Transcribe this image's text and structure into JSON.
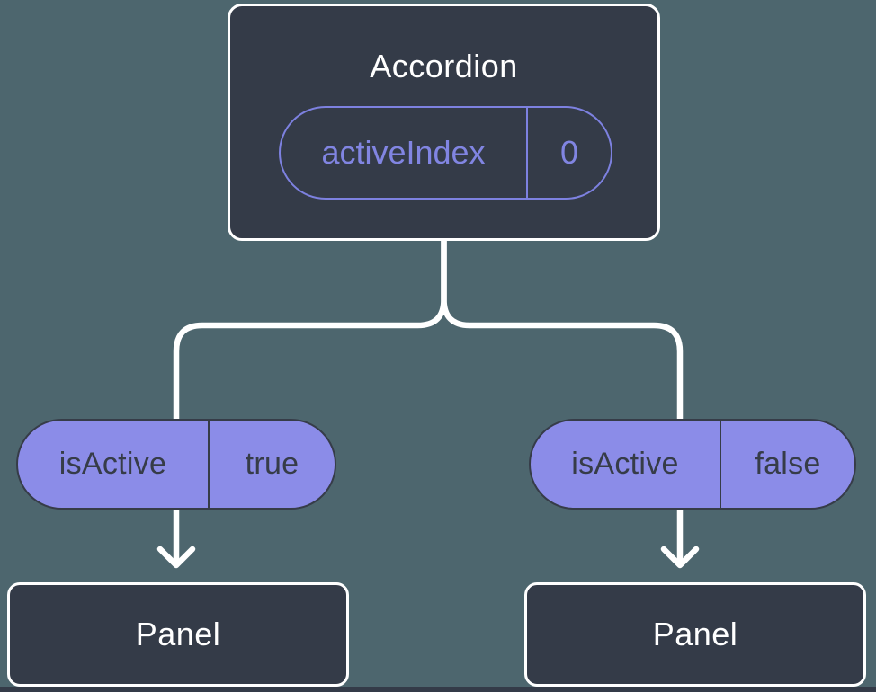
{
  "diagram": {
    "root_node": {
      "title": "Accordion",
      "prop": {
        "name": "activeIndex",
        "value": "0"
      }
    },
    "state_pills": [
      {
        "name": "isActive",
        "value": "true"
      },
      {
        "name": "isActive",
        "value": "false"
      }
    ],
    "leaf_nodes": [
      {
        "title": "Panel"
      },
      {
        "title": "Panel"
      }
    ],
    "colors": {
      "background": "#4d666e",
      "node_fill": "#343b48",
      "node_border": "#ffffff",
      "pill_fill": "#8b8ce8",
      "pill_dark_text": "#363c48",
      "accent_purple": "#8185e2",
      "edge": "#ffffff"
    }
  }
}
